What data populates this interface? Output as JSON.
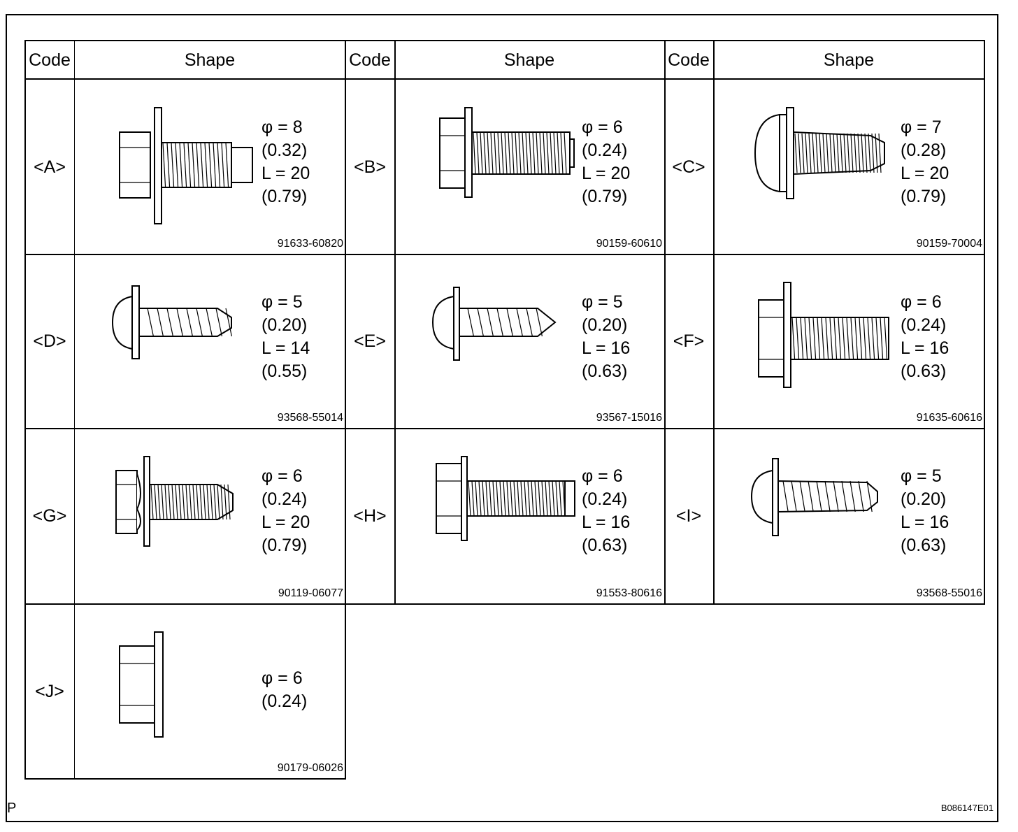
{
  "headers": {
    "code": "Code",
    "shape": "Shape"
  },
  "fasteners": [
    {
      "code": "<A>",
      "phi": "φ = 8",
      "phi_in": "(0.32)",
      "length": "L = 20",
      "length_in": "(0.79)",
      "part_number": "91633-60820",
      "icon": "hex-flange-bolt-with-washer-icon"
    },
    {
      "code": "<B>",
      "phi": "φ = 6",
      "phi_in": "(0.24)",
      "length": "L = 20",
      "length_in": "(0.79)",
      "part_number": "90159-60610",
      "icon": "hex-bolt-with-washer-icon"
    },
    {
      "code": "<C>",
      "phi": "φ = 7",
      "phi_in": "(0.28)",
      "length": "L = 20",
      "length_in": "(0.79)",
      "part_number": "90159-70004",
      "icon": "round-head-screw-with-washer-icon"
    },
    {
      "code": "<D>",
      "phi": "φ = 5",
      "phi_in": "(0.20)",
      "length": "L = 14",
      "length_in": "(0.55)",
      "part_number": "93568-55014",
      "icon": "pan-head-tapping-screw-icon"
    },
    {
      "code": "<E>",
      "phi": "φ = 5",
      "phi_in": "(0.20)",
      "length": "L = 16",
      "length_in": "(0.63)",
      "part_number": "93567-15016",
      "icon": "pointed-tapping-screw-icon"
    },
    {
      "code": "<F>",
      "phi": "φ = 6",
      "phi_in": "(0.24)",
      "length": "L = 16",
      "length_in": "(0.63)",
      "part_number": "91635-60616",
      "icon": "hex-bolt-with-flat-washer-icon"
    },
    {
      "code": "<G>",
      "phi": "φ = 6",
      "phi_in": "(0.24)",
      "length": "L = 20",
      "length_in": "(0.79)",
      "part_number": "90119-06077",
      "icon": "hex-bolt-with-spring-washer-icon"
    },
    {
      "code": "<H>",
      "phi": "φ = 6",
      "phi_in": "(0.24)",
      "length": "L = 16",
      "length_in": "(0.63)",
      "part_number": "91553-80616",
      "icon": "flange-bolt-icon"
    },
    {
      "code": "<I>",
      "phi": "φ = 5",
      "phi_in": "(0.20)",
      "length": "L = 16",
      "length_in": "(0.63)",
      "part_number": "93568-55016",
      "icon": "pan-head-screw-icon"
    },
    {
      "code": "<J>",
      "phi": "φ = 6",
      "phi_in": "(0.24)",
      "length": "",
      "length_in": "",
      "part_number": "90179-06026",
      "icon": "flange-nut-icon"
    }
  ],
  "footer": {
    "left": "P",
    "right": "B086147E01"
  }
}
